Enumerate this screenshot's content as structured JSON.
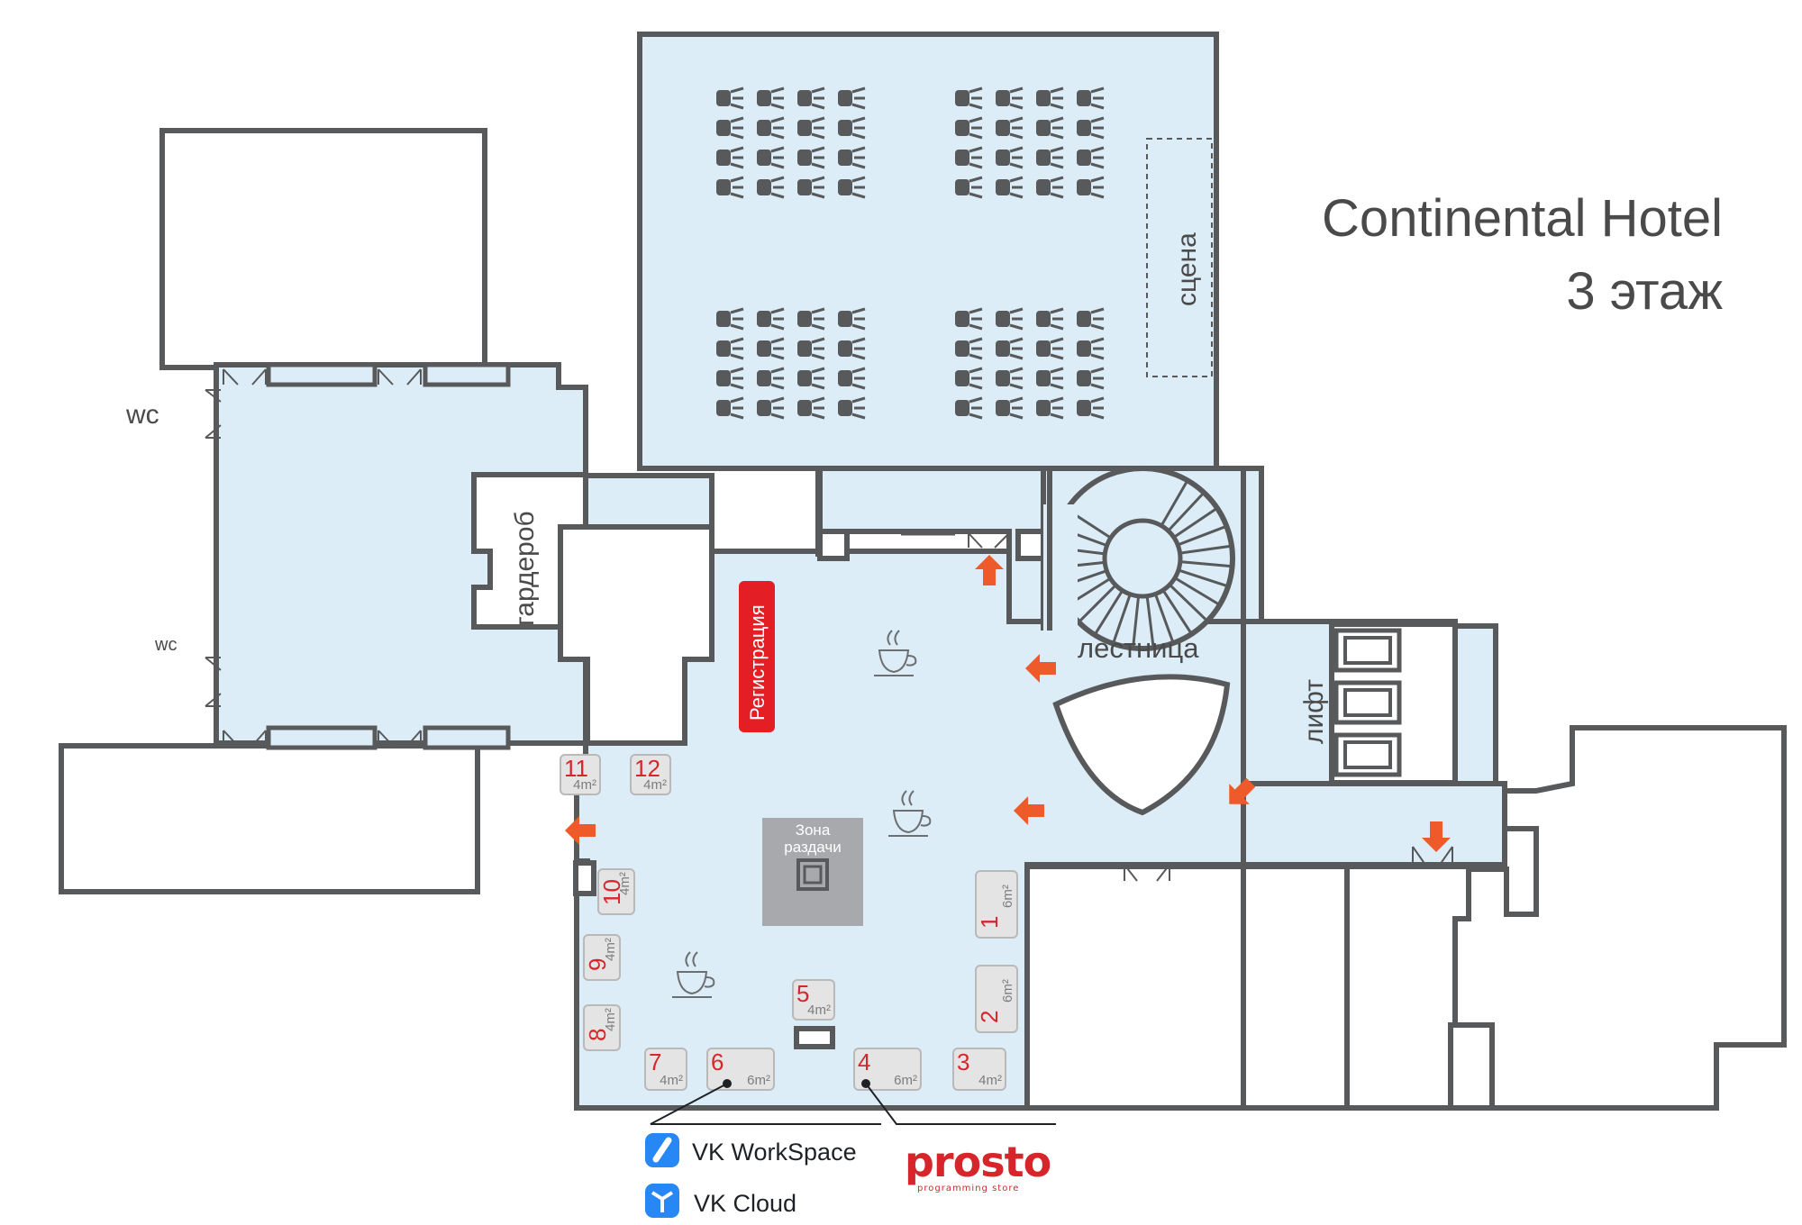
{
  "header": {
    "venue": "Continental Hotel",
    "floor": "3 этаж"
  },
  "rooms": {
    "stage": "сцена",
    "wardrobe": "гардероб",
    "registration": "Регистрация",
    "stairs": "лестница",
    "lift": "лифт",
    "serving_zone_line1": "Зона",
    "serving_zone_line2": "раздачи",
    "wc_upper": "wc",
    "wc_lower": "wc"
  },
  "booths": [
    {
      "number": "1",
      "area": "6m²"
    },
    {
      "number": "2",
      "area": "6m²"
    },
    {
      "number": "3",
      "area": "4m²"
    },
    {
      "number": "4",
      "area": "6m²"
    },
    {
      "number": "5",
      "area": "4m²"
    },
    {
      "number": "6",
      "area": "6m²"
    },
    {
      "number": "7",
      "area": "4m²"
    },
    {
      "number": "8",
      "area": "4m²"
    },
    {
      "number": "9",
      "area": "4m²"
    },
    {
      "number": "10",
      "area": "4m²"
    },
    {
      "number": "11",
      "area": "4m²"
    },
    {
      "number": "12",
      "area": "4m²"
    }
  ],
  "sponsors": {
    "vk_workspace": "VK WorkSpace",
    "vk_cloud": "VK Cloud",
    "prosto_logo": "prosto",
    "prosto_tagline": "programming store"
  },
  "colors": {
    "floor": "#dcedf7",
    "wall": "#58595b",
    "accent": "#ef5a2a",
    "registration": "#e31e24",
    "serving_zone": "#a7a9ac",
    "booth": "#e4e4e4",
    "booth_number": "#d7262b"
  },
  "icons": [
    "chair-icon",
    "coffee-cup-icon",
    "direction-arrow-icon",
    "door-icon",
    "spiral-staircase-icon",
    "lift-icon",
    "vk-workspace-icon",
    "vk-cloud-icon"
  ]
}
